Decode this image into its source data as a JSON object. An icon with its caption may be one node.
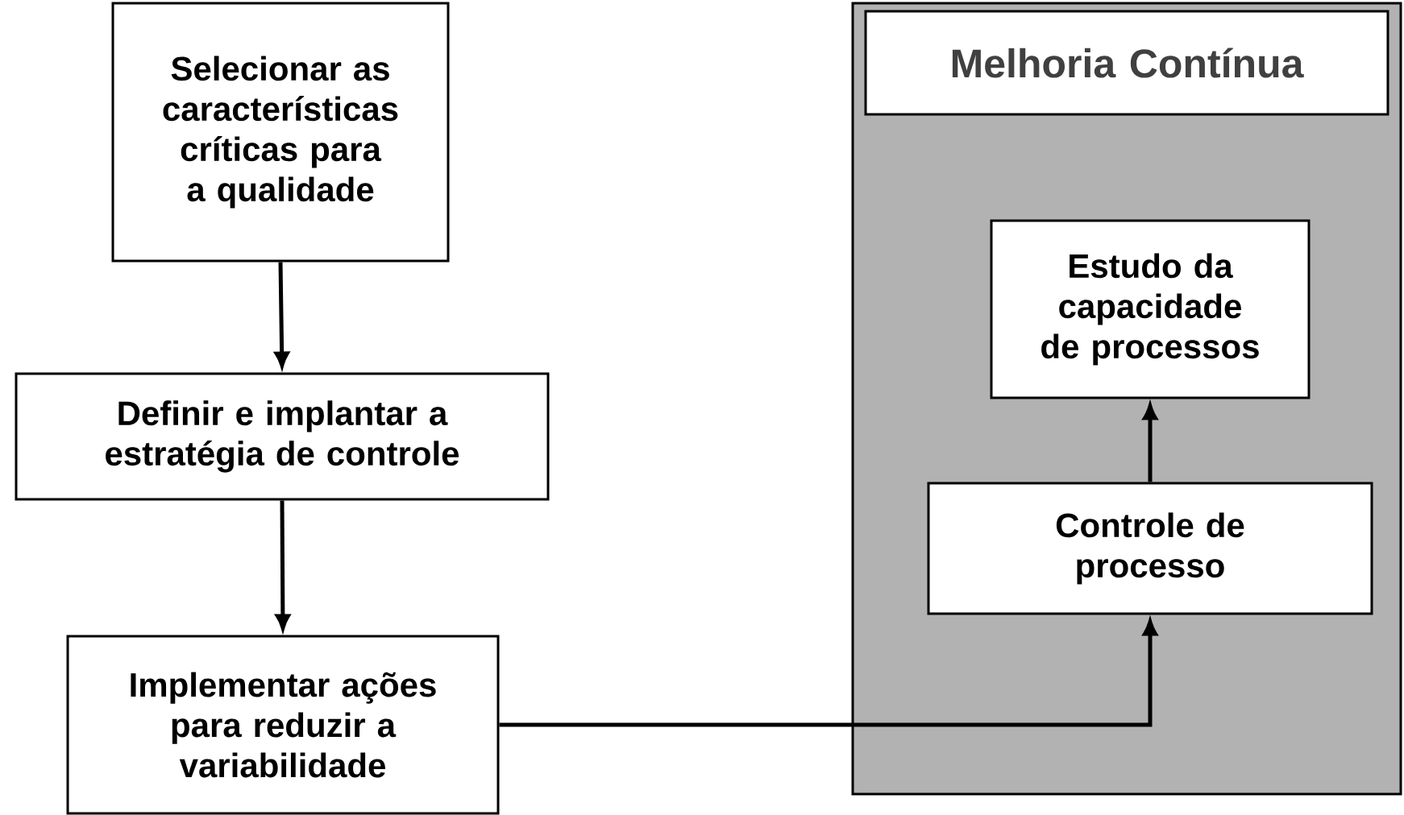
{
  "diagram": {
    "nodes": [
      {
        "text": [
          "Selecionar as características críticas para a qualidade"
        ]
      },
      {
        "text": [
          "Definir e implantar a estratégia de controle"
        ]
      },
      {
        "text": [
          "Implementar ações para reduzir a variabilidade"
        ]
      },
      {
        "text": [
          "Melhoria Contínua"
        ]
      },
      {
        "text": [
          "Estudo da capacidade de processos"
        ],
        "in": 3
      },
      {
        "text": [
          "Controle de processo"
        ],
        "in": 3
      }
    ],
    "edges": [
      {
        "from": 0,
        "to": 1,
        "arrow": "to"
      },
      {
        "from": 1,
        "to": 2,
        "arrow": "to"
      },
      {
        "from": 2,
        "to": 5,
        "arrow": "to"
      },
      {
        "from": 5,
        "to": 4,
        "arrow": "to"
      }
    ]
  }
}
